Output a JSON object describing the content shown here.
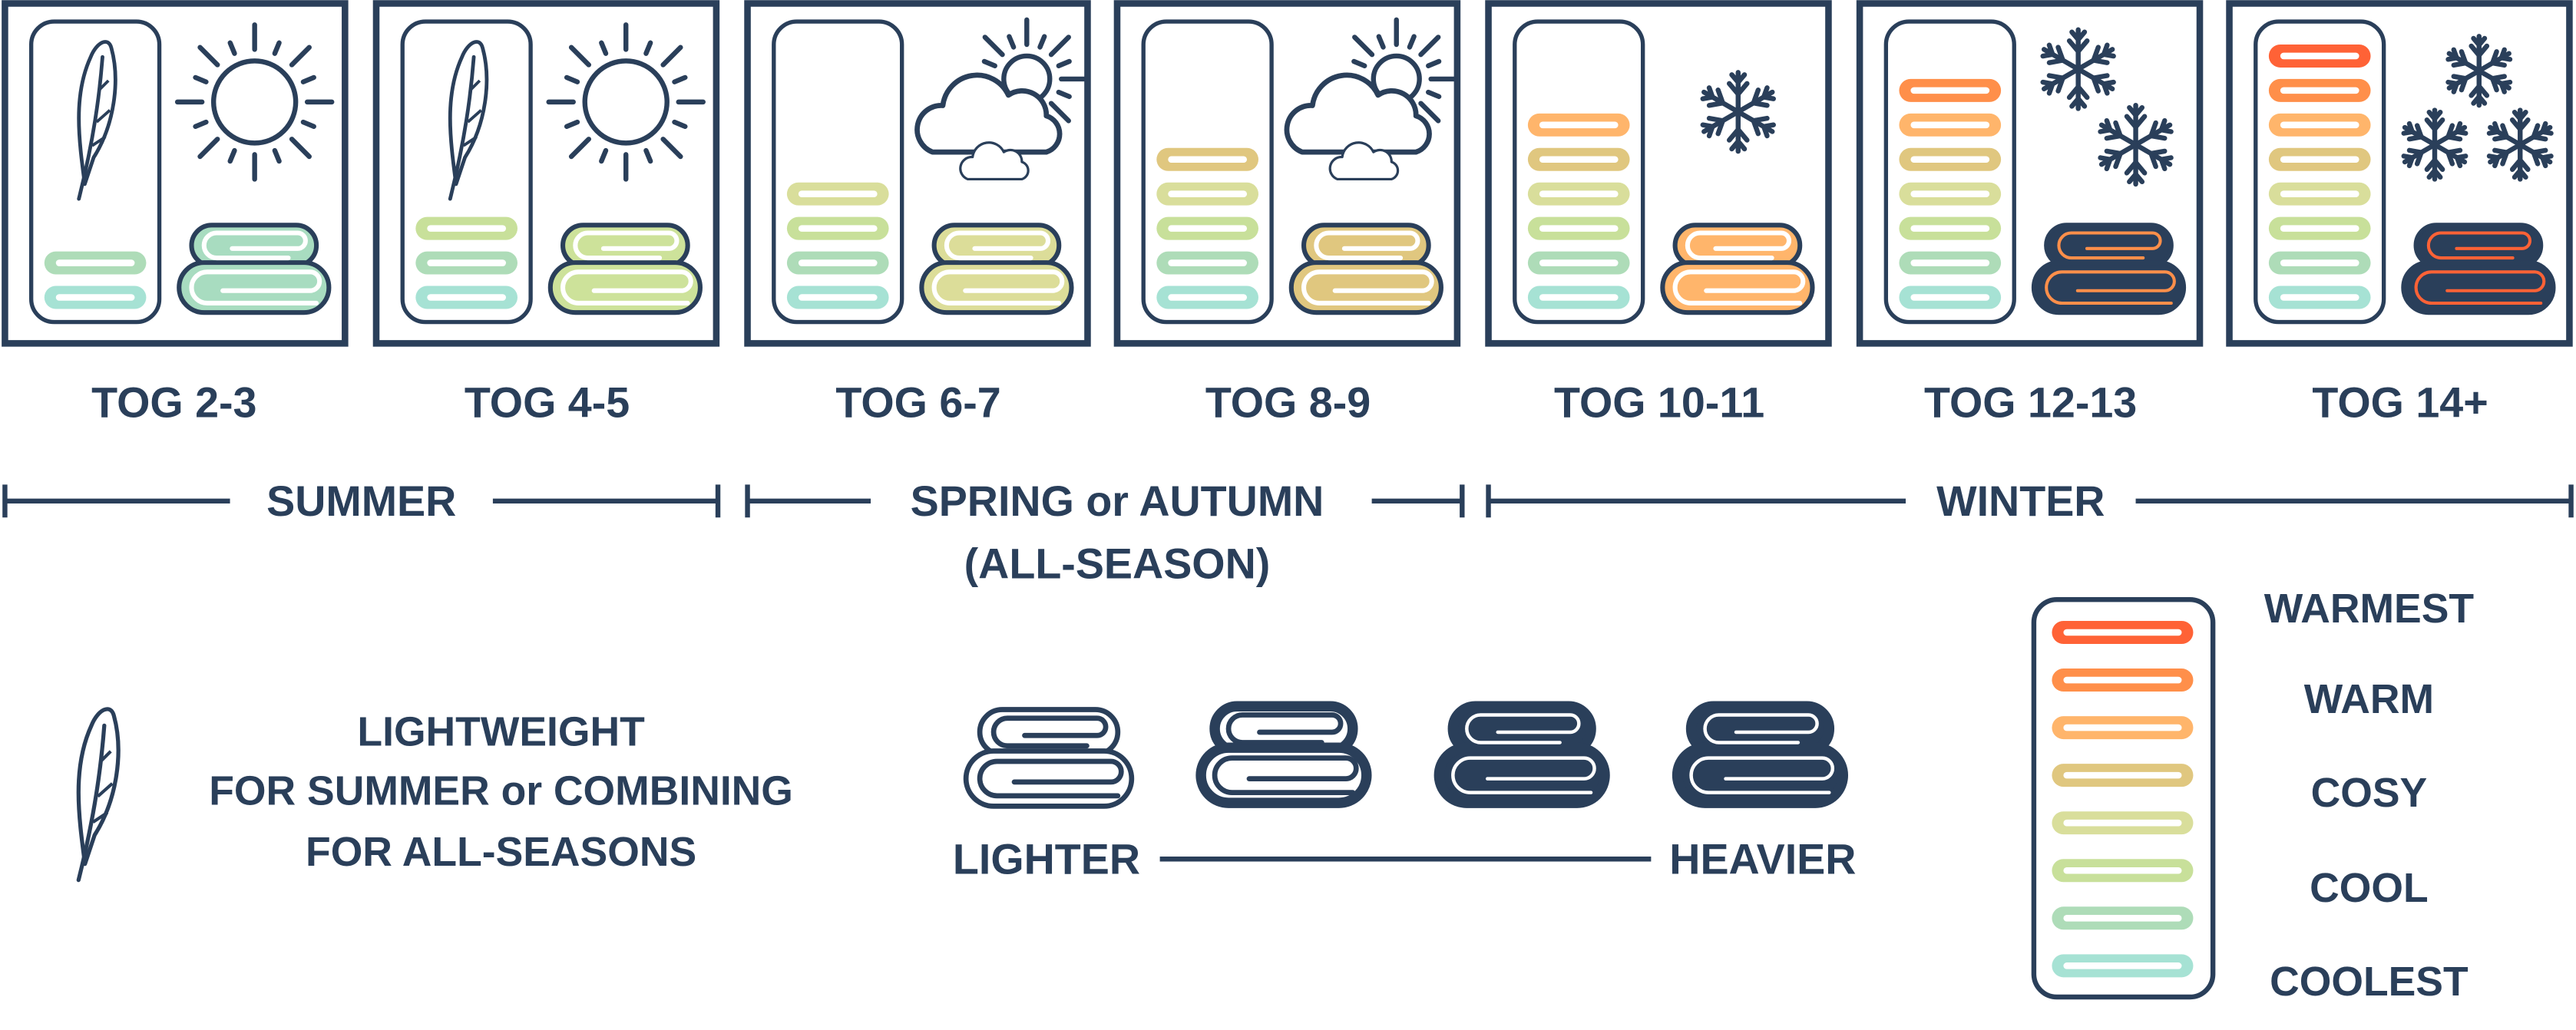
{
  "colors": {
    "navy": "#2a3f5a",
    "scale": [
      "#a6e2d4",
      "#aedcb8",
      "#c8e09a",
      "#d9de9b",
      "#e0c77f",
      "#ffb56b",
      "#ff8f4a",
      "#ff6236"
    ]
  },
  "panels": [
    {
      "tog": "TOG 2-3",
      "bars": 2,
      "icon": "feather-sun",
      "blanket_fill": "#a8dcc0",
      "blanket_dark": false,
      "line_color": "#ffffff"
    },
    {
      "tog": "TOG 4-5",
      "bars": 3,
      "icon": "feather-sun",
      "blanket_fill": "#cde29a",
      "blanket_dark": false,
      "line_color": "#ffffff"
    },
    {
      "tog": "TOG 6-7",
      "bars": 4,
      "icon": "cloud-sun",
      "blanket_fill": "#dcdd99",
      "blanket_dark": false,
      "line_color": "#ffffff"
    },
    {
      "tog": "TOG 8-9",
      "bars": 5,
      "icon": "cloud-sun",
      "blanket_fill": "#e0c77f",
      "blanket_dark": false,
      "line_color": "#ffffff"
    },
    {
      "tog": "TOG 10-11",
      "bars": 6,
      "icon": "snow-1",
      "blanket_fill": "#ffb56b",
      "blanket_dark": false,
      "line_color": "#ffffff"
    },
    {
      "tog": "TOG 12-13",
      "bars": 7,
      "icon": "snow-2",
      "blanket_fill": "#2a3f5a",
      "blanket_dark": true,
      "line_color": "#ff8f4a"
    },
    {
      "tog": "TOG 14+",
      "bars": 8,
      "icon": "snow-3",
      "blanket_fill": "#2a3f5a",
      "blanket_dark": true,
      "line_color": "#ff6236"
    }
  ],
  "seasons": {
    "summer": "SUMMER",
    "spring": "SPRING or AUTUMN",
    "spring_sub": "(ALL-SEASON)",
    "winter": "WINTER"
  },
  "legend": {
    "lightweight": [
      "LIGHTWEIGHT",
      "FOR SUMMER or COMBINING",
      "FOR ALL-SEASONS"
    ],
    "lighter": "LIGHTER",
    "heavier": "HEAVIER",
    "scale_labels": [
      "WARMEST",
      "WARM",
      "COSY",
      "COOL",
      "COOLEST"
    ]
  }
}
